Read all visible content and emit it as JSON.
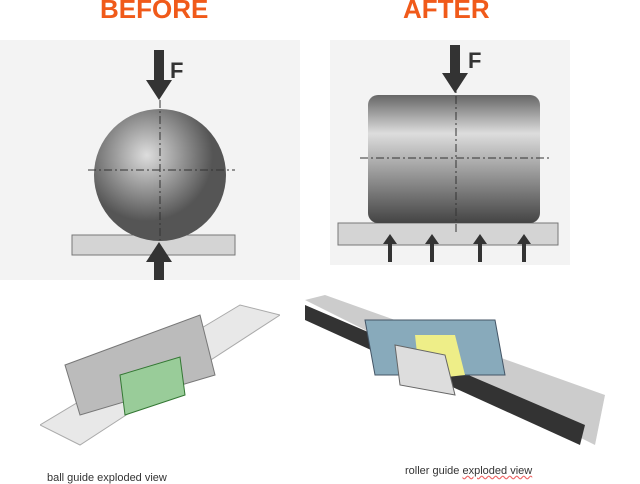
{
  "titles": {
    "before": "BEFORE",
    "after": "AFTER"
  },
  "force_label": "F",
  "captions": {
    "ball": "ball guide exploded view",
    "roller_a": "roller guide",
    "roller_b": "exploded view"
  },
  "colors": {
    "heading": "#f05a1a"
  }
}
